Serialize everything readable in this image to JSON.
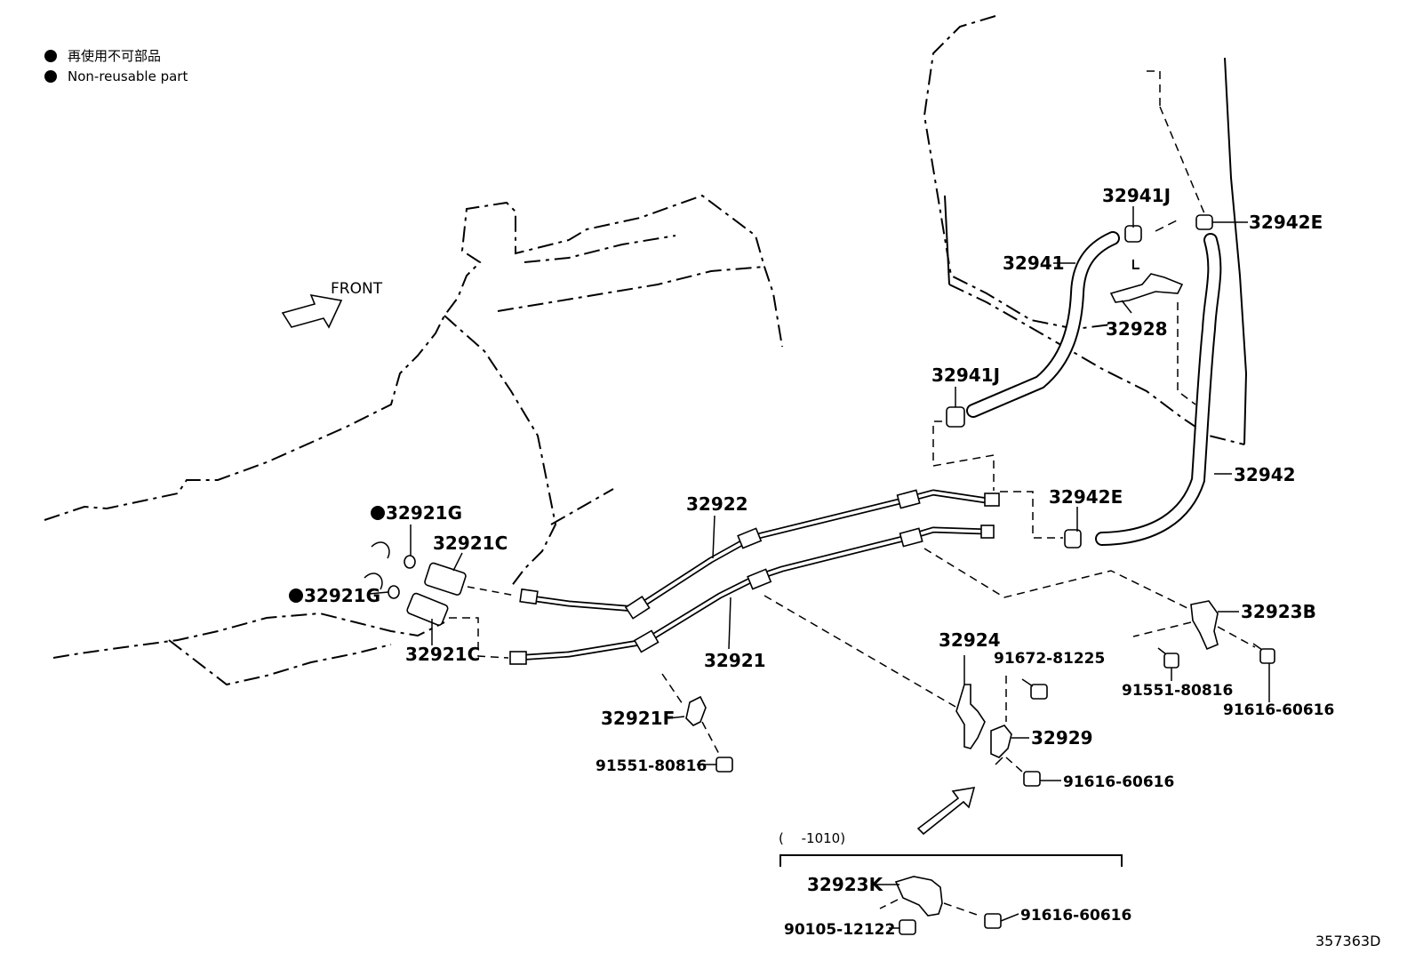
{
  "legend": [
    {
      "text": "再使用不可部品"
    },
    {
      "text": "Non-reusable part"
    }
  ],
  "front_label": "FRONT",
  "bracket_label": "(　 -1010)",
  "figure_id": "357363D",
  "parts": {
    "p32941J_top": "32941J",
    "p32942E_top": "32942E",
    "p32941": "32941",
    "p32928": "32928",
    "p32941J_mid": "32941J",
    "p32942": "32942",
    "p32942E_mid": "32942E",
    "p32922": "32922",
    "p32921G_top": "32921G",
    "p32921C_top": "32921C",
    "p32921G_bot": "32921G",
    "p32921C_bot": "32921C",
    "p32921": "32921",
    "p32923B": "32923B",
    "p32924": "32924",
    "p91672_81225": "91672-81225",
    "p91551_80816_r": "91551-80816",
    "p91616_60616_r": "91616-60616",
    "p32921F": "32921F",
    "p32929": "32929",
    "p91551_80816_l": "91551-80816",
    "p91616_60616_m": "91616-60616",
    "p32923K": "32923K",
    "p91616_60616_b": "91616-60616",
    "p90105_12122": "90105-12122"
  },
  "icons": [
    "front-arrow-icon",
    "view-direction-arrow-icon",
    "non-reusable-dot-icon"
  ]
}
